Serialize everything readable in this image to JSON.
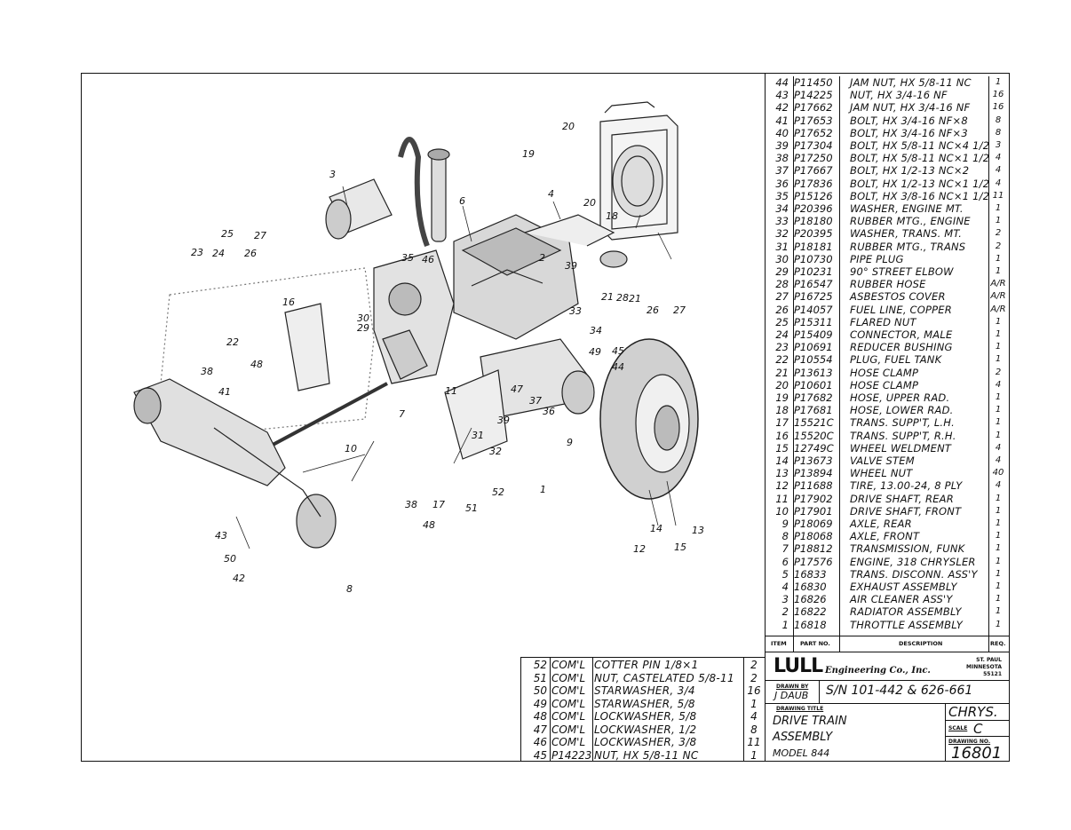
{
  "parts_list": [
    {
      "item": "44",
      "part": "P11450",
      "desc": "JAM NUT, HX 5/8-11 NC",
      "req": "1"
    },
    {
      "item": "43",
      "part": "P14225",
      "desc": "NUT, HX 3/4-16 NF",
      "req": "16"
    },
    {
      "item": "42",
      "part": "P17662",
      "desc": "JAM NUT, HX 3/4-16 NF",
      "req": "16"
    },
    {
      "item": "41",
      "part": "P17653",
      "desc": "BOLT, HX 3/4-16 NF×8",
      "req": "8"
    },
    {
      "item": "40",
      "part": "P17652",
      "desc": "BOLT, HX 3/4-16 NF×3",
      "req": "8"
    },
    {
      "item": "39",
      "part": "P17304",
      "desc": "BOLT, HX 5/8-11 NC×4 1/2",
      "req": "3"
    },
    {
      "item": "38",
      "part": "P17250",
      "desc": "BOLT, HX 5/8-11 NC×1 1/2",
      "req": "4"
    },
    {
      "item": "37",
      "part": "P17667",
      "desc": "BOLT, HX 1/2-13 NC×2",
      "req": "4"
    },
    {
      "item": "36",
      "part": "P17836",
      "desc": "BOLT, HX 1/2-13 NC×1 1/2",
      "req": "4"
    },
    {
      "item": "35",
      "part": "P15126",
      "desc": "BOLT, HX 3/8-16 NC×1 1/2",
      "req": "11"
    },
    {
      "item": "34",
      "part": "P20396",
      "desc": "WASHER, ENGINE MT.",
      "req": "1"
    },
    {
      "item": "33",
      "part": "P18180",
      "desc": "RUBBER MTG., ENGINE",
      "req": "1"
    },
    {
      "item": "32",
      "part": "P20395",
      "desc": "WASHER, TRANS. MT.",
      "req": "2"
    },
    {
      "item": "31",
      "part": "P18181",
      "desc": "RUBBER MTG., TRANS",
      "req": "2"
    },
    {
      "item": "30",
      "part": "P10730",
      "desc": "PIPE PLUG",
      "req": "1"
    },
    {
      "item": "29",
      "part": "P10231",
      "desc": "90° STREET ELBOW",
      "req": "1"
    },
    {
      "item": "28",
      "part": "P16547",
      "desc": "RUBBER HOSE",
      "req": "A/R"
    },
    {
      "item": "27",
      "part": "P16725",
      "desc": "ASBESTOS COVER",
      "req": "A/R"
    },
    {
      "item": "26",
      "part": "P14057",
      "desc": "FUEL LINE, COPPER",
      "req": "A/R"
    },
    {
      "item": "25",
      "part": "P15311",
      "desc": "FLARED NUT",
      "req": "1"
    },
    {
      "item": "24",
      "part": "P15409",
      "desc": "CONNECTOR, MALE",
      "req": "1"
    },
    {
      "item": "23",
      "part": "P10691",
      "desc": "REDUCER BUSHING",
      "req": "1"
    },
    {
      "item": "22",
      "part": "P10554",
      "desc": "PLUG, FUEL TANK",
      "req": "1"
    },
    {
      "item": "21",
      "part": "P13613",
      "desc": "HOSE CLAMP",
      "req": "2"
    },
    {
      "item": "20",
      "part": "P10601",
      "desc": "HOSE CLAMP",
      "req": "4"
    },
    {
      "item": "19",
      "part": "P17682",
      "desc": "HOSE, UPPER RAD.",
      "req": "1"
    },
    {
      "item": "18",
      "part": "P17681",
      "desc": "HOSE, LOWER RAD.",
      "req": "1"
    },
    {
      "item": "17",
      "part": "15521C",
      "desc": "TRANS. SUPP'T, L.H.",
      "req": "1"
    },
    {
      "item": "16",
      "part": "15520C",
      "desc": "TRANS. SUPP'T, R.H.",
      "req": "1"
    },
    {
      "item": "15",
      "part": "12749C",
      "desc": "WHEEL WELDMENT",
      "req": "4"
    },
    {
      "item": "14",
      "part": "P13673",
      "desc": "VALVE STEM",
      "req": "4"
    },
    {
      "item": "13",
      "part": "P13894",
      "desc": "WHEEL NUT",
      "req": "40"
    },
    {
      "item": "12",
      "part": "P11688",
      "desc": "TIRE, 13.00-24, 8 PLY",
      "req": "4"
    },
    {
      "item": "11",
      "part": "P17902",
      "desc": "DRIVE SHAFT, REAR",
      "req": "1"
    },
    {
      "item": "10",
      "part": "P17901",
      "desc": "DRIVE SHAFT, FRONT",
      "req": "1"
    },
    {
      "item": "9",
      "part": "P18069",
      "desc": "AXLE, REAR",
      "req": "1"
    },
    {
      "item": "8",
      "part": "P18068",
      "desc": "AXLE, FRONT",
      "req": "1"
    },
    {
      "item": "7",
      "part": "P18812",
      "desc": "TRANSMISSION, FUNK",
      "req": "1"
    },
    {
      "item": "6",
      "part": "P17576",
      "desc": "ENGINE, 318 CHRYSLER",
      "req": "1"
    },
    {
      "item": "5",
      "part": "16833",
      "desc": "TRANS. DISCONN. ASS'Y",
      "req": "1"
    },
    {
      "item": "4",
      "part": "16830",
      "desc": "EXHAUST ASSEMBLY",
      "req": "1"
    },
    {
      "item": "3",
      "part": "16826",
      "desc": "AIR CLEANER ASS'Y",
      "req": "1"
    },
    {
      "item": "2",
      "part": "16822",
      "desc": "RADIATOR ASSEMBLY",
      "req": "1"
    },
    {
      "item": "1",
      "part": "16818",
      "desc": "THROTTLE ASSEMBLY",
      "req": "1"
    }
  ],
  "parts_header": {
    "item": "ITEM",
    "part": "PART NO.",
    "desc": "DESCRIPTION",
    "req": "REQ."
  },
  "bottom_list": [
    {
      "item": "52",
      "part": "COM'L",
      "desc": "COTTER PIN 1/8×1",
      "req": "2"
    },
    {
      "item": "51",
      "part": "COM'L",
      "desc": "NUT, CASTELATED 5/8-11",
      "req": "2"
    },
    {
      "item": "50",
      "part": "COM'L",
      "desc": "STARWASHER, 3/4",
      "req": "16"
    },
    {
      "item": "49",
      "part": "COM'L",
      "desc": "STARWASHER, 5/8",
      "req": "1"
    },
    {
      "item": "48",
      "part": "COM'L",
      "desc": "LOCKWASHER, 5/8",
      "req": "4"
    },
    {
      "item": "47",
      "part": "COM'L",
      "desc": "LOCKWASHER, 1/2",
      "req": "8"
    },
    {
      "item": "46",
      "part": "COM'L",
      "desc": "LOCKWASHER, 3/8",
      "req": "11"
    },
    {
      "item": "45",
      "part": "P14223",
      "desc": "NUT, HX 5/8-11 NC",
      "req": "1"
    }
  ],
  "title_block": {
    "company_logo": "LULL",
    "company_name": "Engineering Co., Inc.",
    "address_line1": "ST. PAUL",
    "address_line2": "MINNESOTA",
    "address_line3": "55121",
    "drawn_by_label": "DRAWN BY",
    "drawn_by": "J DAUB",
    "serial": "S/N 101-442 & 626-661",
    "drawing_title_label": "DRAWING TITLE",
    "title_line1": "DRIVE TRAIN",
    "title_line2": "ASSEMBLY",
    "title_line3": "MODEL 844",
    "chrys": "CHRYS.",
    "scale_label": "SCALE",
    "scale": "C",
    "drawing_no_label": "DRAWING NO.",
    "drawing_no": "16801"
  },
  "callouts": [
    "1",
    "2",
    "3",
    "4",
    "6",
    "7",
    "8",
    "9",
    "10",
    "11",
    "12",
    "13",
    "14",
    "15",
    "16",
    "17",
    "18",
    "19",
    "20",
    "20",
    "21",
    "21",
    "22",
    "23",
    "24",
    "25",
    "26",
    "26",
    "27",
    "27",
    "28",
    "29",
    "30",
    "31",
    "32",
    "33",
    "34",
    "35",
    "36",
    "37",
    "38",
    "38",
    "39",
    "39",
    "41",
    "42",
    "43",
    "44",
    "45",
    "46",
    "47",
    "48",
    "48",
    "49",
    "50",
    "51",
    "52"
  ]
}
